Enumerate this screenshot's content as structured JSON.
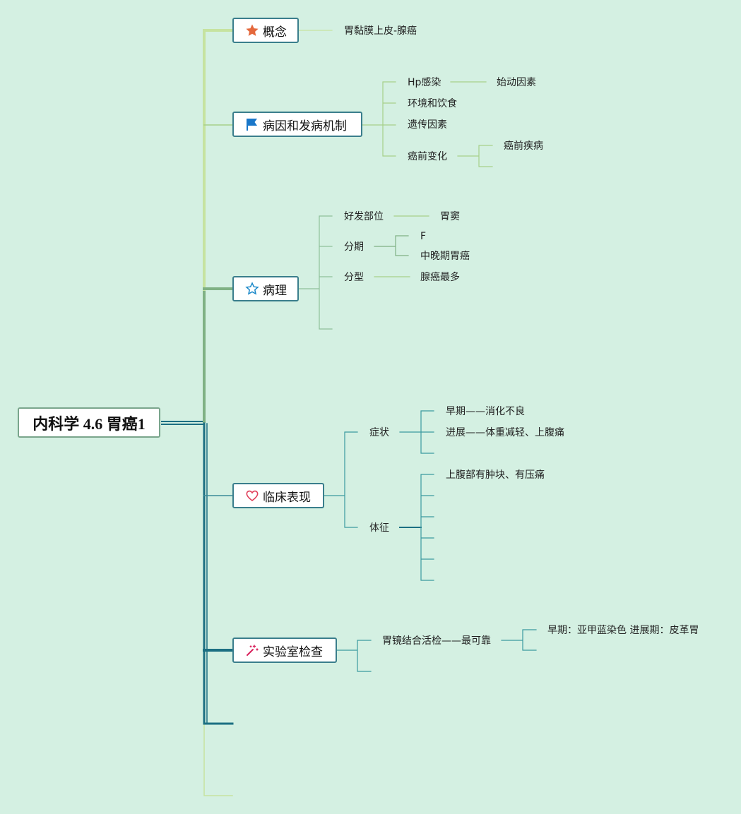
{
  "root": "内科学 4.6 胃癌1",
  "branches": {
    "concept": "概念",
    "cause": "病因和发病机制",
    "pathology": "病理",
    "clinical": "临床表现",
    "lab": "实验室检查"
  },
  "concept": {
    "item": "胃黏膜上皮-腺癌"
  },
  "cause": {
    "hp": "Hp感染",
    "hp_child": "始动因素",
    "env": "环境和饮食",
    "genetic": "遗传因素",
    "precancer": "癌前变化",
    "precancer_child": "癌前疾病"
  },
  "pathology": {
    "site": "好发部位",
    "site_child": "胃窦",
    "stage": "分期",
    "stage_child1": "F",
    "stage_child2": "中晚期胃癌",
    "type": "分型",
    "type_child": "腺癌最多"
  },
  "clinical": {
    "symptom": "症状",
    "symptom_child1": "早期——消化不良",
    "symptom_child2": "进展——体重减轻、上腹痛",
    "sign": "体征",
    "sign_child1": "上腹部有肿块、有压痛"
  },
  "lab": {
    "gastroscopy": "胃镜结合活检——最可靠",
    "gastroscopy_child": "早期：亚甲蓝染色 进展期：皮革胃"
  },
  "colors": {
    "background": "#d4f0e2",
    "branch_light": "#c6e3a0",
    "branch_mid": "#7fb184",
    "branch_dark": "#1c6f82",
    "icon_star": "#e4683c",
    "icon_flag": "#1a77c9",
    "icon_heart": "#e0405a",
    "icon_wand": "#d9245e"
  },
  "icons": {
    "concept": "star-filled-icon",
    "cause": "flag-icon",
    "pathology": "star-outline-icon",
    "clinical": "heart-icon",
    "lab": "magic-wand-icon"
  }
}
